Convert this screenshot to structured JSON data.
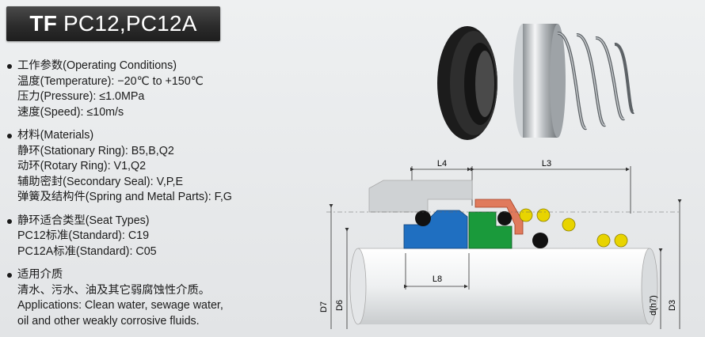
{
  "header": {
    "brand": "TF",
    "model": "PC12,PC12A"
  },
  "specs": {
    "operating": {
      "title": "工作参数(Operating Conditions)",
      "lines": [
        "温度(Temperature): −20℃ to +150℃",
        "压力(Pressure): ≤1.0MPa",
        "速度(Speed): ≤10m/s"
      ]
    },
    "materials": {
      "title": "材料(Materials)",
      "lines": [
        "静环(Stationary Ring): B5,B,Q2",
        "动环(Rotary Ring): V1,Q2",
        "辅助密封(Secondary Seal): V,P,E",
        "弹簧及结构件(Spring and Metal Parts): F,G"
      ]
    },
    "seat_types": {
      "title": "静环适合类型(Seat Types)",
      "lines": [
        "PC12标准(Standard): C19",
        "PC12A标准(Standard): C05"
      ]
    },
    "applications": {
      "title": "适用介质",
      "lines": [
        "清水、污水、油及其它弱腐蚀性介质。",
        "Applications: Clean water, sewage water,",
        "oil and other weakly corrosive fluids."
      ]
    }
  },
  "diagram": {
    "dims": {
      "l4": "L4",
      "l3": "L3",
      "l8": "L8",
      "d7": "D7",
      "d6": "D6",
      "dh7": "d(h7)",
      "d3": "D3"
    },
    "colors": {
      "seat": "#1f6fc1",
      "rotary_ring": "#1a9a3b",
      "o_ring": "#111111",
      "spring_coil": "#e8d400",
      "retainer": "#d65a3a",
      "shaft": "#f2f3f4",
      "gland": "#cfd2d4"
    }
  }
}
